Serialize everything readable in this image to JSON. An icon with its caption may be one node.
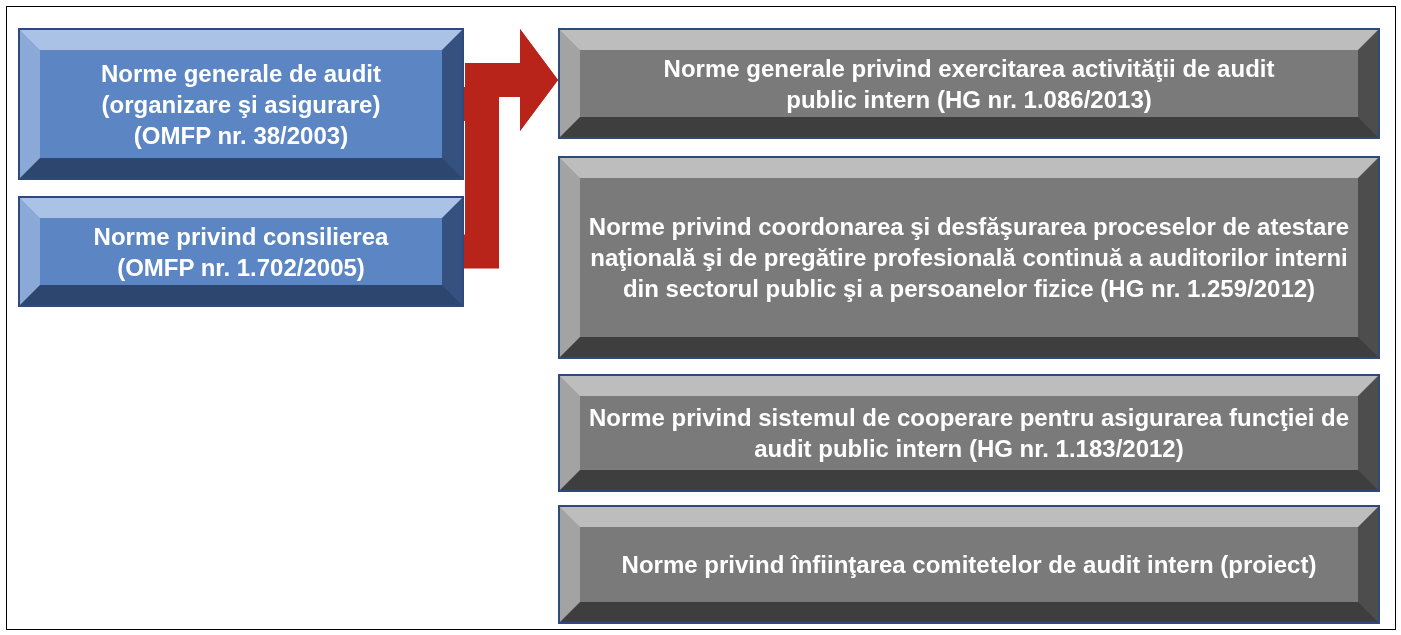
{
  "diagram": {
    "nodes": [
      {
        "text": [
          "Norme generale de audit (organizare şi asigurare) (OMFP nr. 38/2003)"
        ]
      },
      {
        "text": [
          "Norme privind consilierea (OMFP nr. 1.702/2005)"
        ]
      },
      {
        "text": [
          "Norme generale privind exercitarea activităţii de audit public intern (HG nr. 1.086/2013)"
        ]
      },
      {
        "text": [
          "Norme privind coordonarea şi desfăşurarea proceselor de atestare naţională şi de pregătire profesională continuă a auditorilor interni din sectorul public şi a persoanelor fizice (HG nr. 1.259/2012)"
        ]
      },
      {
        "text": [
          "Norme privind sistemul de cooperare pentru asigurarea funcţiei de audit public intern (HG nr. 1.183/2012)"
        ]
      },
      {
        "text": [
          "Norme privind înfiinţarea comitetelor de audit intern (proiect)"
        ]
      }
    ],
    "edges": [
      {
        "from": 0,
        "to": 2,
        "arrow": "to",
        "color": "#b8231a"
      },
      {
        "from": 1,
        "to": 2,
        "arrow": "to",
        "color": "#b8231a"
      }
    ]
  }
}
